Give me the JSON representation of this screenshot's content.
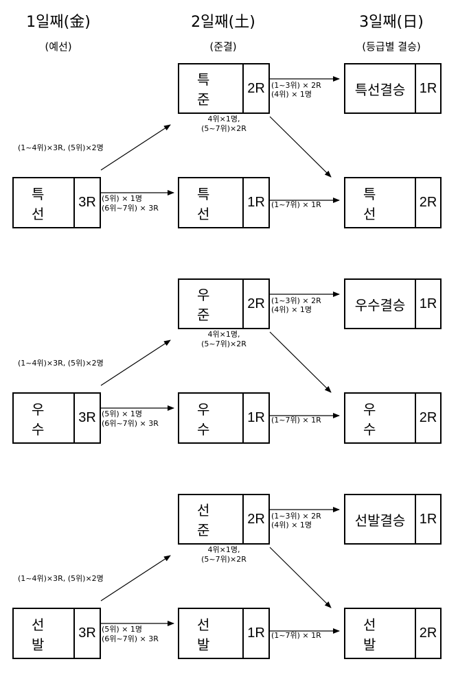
{
  "headers": [
    {
      "title": "1일째(金)",
      "subtitle": "(예선)"
    },
    {
      "title": "2일째(土)",
      "subtitle": "(준결)"
    },
    {
      "title": "3일째(日)",
      "subtitle": "(등급별 결승)"
    }
  ],
  "groups": [
    {
      "prelim": {
        "name": "특  선",
        "rounds": "3R"
      },
      "semi_top": {
        "name": "특  준",
        "rounds": "2R"
      },
      "semi_bottom": {
        "name": "특  선",
        "rounds": "1R"
      },
      "final_top": {
        "name": "특선결승",
        "rounds": "1R"
      },
      "final_bottom": {
        "name": "특  선",
        "rounds": "2R"
      },
      "labels": {
        "prelim_to_semi_top": "(1~4위)×3R, (5위)×2명",
        "prelim_to_semi_bottom_1": "(5위) × 1명",
        "prelim_to_semi_bottom_2": "(6위~7위) × 3R",
        "semi_top_below_1": "4위×1명,",
        "semi_top_below_2": "(5~7위)×2R",
        "semi_top_to_final_1": "(1~3위) × 2R",
        "semi_top_to_final_2": "(4위) × 1명",
        "semi_bottom_to_final": "(1~7위) × 1R"
      }
    },
    {
      "prelim": {
        "name": "우  수",
        "rounds": "3R"
      },
      "semi_top": {
        "name": "우  준",
        "rounds": "2R"
      },
      "semi_bottom": {
        "name": "우  수",
        "rounds": "1R"
      },
      "final_top": {
        "name": "우수결승",
        "rounds": "1R"
      },
      "final_bottom": {
        "name": "우  수",
        "rounds": "2R"
      },
      "labels": {
        "prelim_to_semi_top": "(1~4위)×3R, (5위)×2명",
        "prelim_to_semi_bottom_1": "(5위) × 1명",
        "prelim_to_semi_bottom_2": "(6위~7위) × 3R",
        "semi_top_below_1": "4위×1명,",
        "semi_top_below_2": "(5~7위)×2R",
        "semi_top_to_final_1": "(1~3위) × 2R",
        "semi_top_to_final_2": "(4위) × 1명",
        "semi_bottom_to_final": "(1~7위) × 1R"
      }
    },
    {
      "prelim": {
        "name": "선  발",
        "rounds": "3R"
      },
      "semi_top": {
        "name": "선  준",
        "rounds": "2R"
      },
      "semi_bottom": {
        "name": "선  발",
        "rounds": "1R"
      },
      "final_top": {
        "name": "선발결승",
        "rounds": "1R"
      },
      "final_bottom": {
        "name": "선  발",
        "rounds": "2R"
      },
      "labels": {
        "prelim_to_semi_top": "(1~4위)×3R, (5위)×2명",
        "prelim_to_semi_bottom_1": "(5위) × 1명",
        "prelim_to_semi_bottom_2": "(6위~7위) × 3R",
        "semi_top_below_1": "4위×1명,",
        "semi_top_below_2": "(5~7위)×2R",
        "semi_top_to_final_1": "(1~3위) × 2R",
        "semi_top_to_final_2": "(4위) × 1명",
        "semi_bottom_to_final": "(1~7위) × 1R"
      }
    }
  ]
}
